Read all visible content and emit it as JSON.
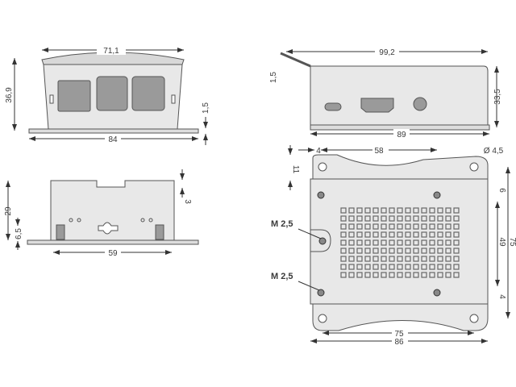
{
  "views": {
    "front": {
      "dims": {
        "top_width": "71,1",
        "height": "36,9",
        "base_width": "84",
        "flange": "1,5"
      }
    },
    "side": {
      "dims": {
        "height": "29",
        "foot": "6,5",
        "inner_width": "59",
        "lip": "3"
      }
    },
    "top_side": {
      "dims": {
        "total_length": "99,2",
        "tab": "1,5",
        "height": "33,5",
        "body_length": "89"
      }
    },
    "bottom": {
      "dims": {
        "offset_left": "4",
        "hole_spacing": "58",
        "hole_dia": "Ø 4,5",
        "top_offset": "11",
        "top_gap": "6",
        "hole_rows": "49",
        "mount_span": "75",
        "bottom_gap": "4",
        "hole_span": "75",
        "total_width": "86"
      },
      "labels": {
        "thread_upper": "M 2,5",
        "thread_lower": "M 2,5"
      },
      "vent_grid": {
        "cols": 15,
        "rows": 9
      }
    }
  },
  "colors": {
    "body": "#e8e8e8",
    "outline": "#555555",
    "port": "#9a9a9a",
    "dim_line": "#333333"
  }
}
